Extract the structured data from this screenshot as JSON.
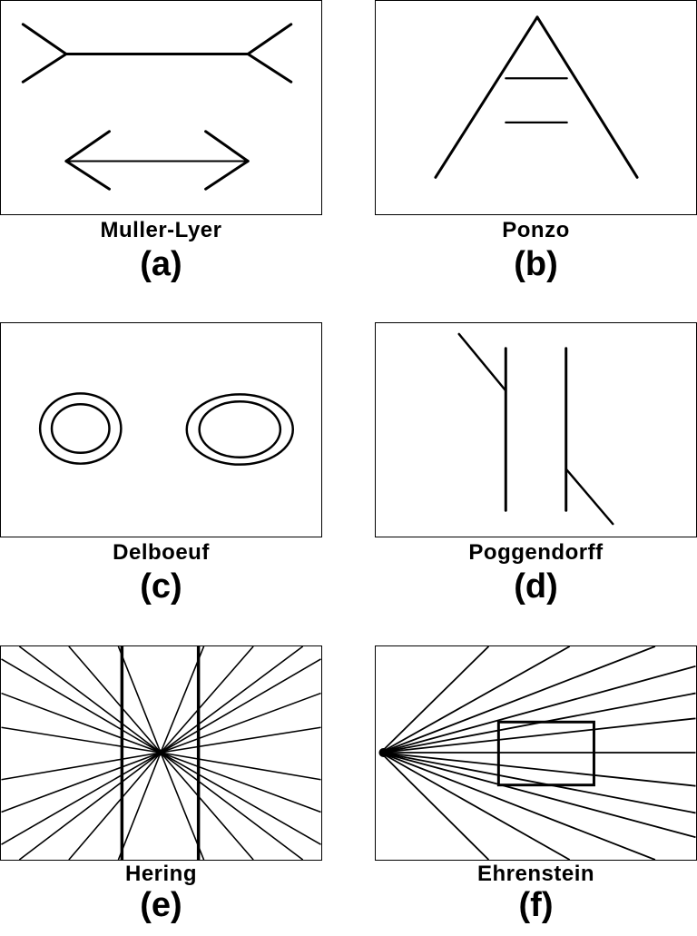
{
  "panels": [
    {
      "name": "Muller-Lyer",
      "letter": "(a)"
    },
    {
      "name": "Ponzo",
      "letter": "(b)"
    },
    {
      "name": "Delboeuf",
      "letter": "(c)"
    },
    {
      "name": "Poggendorff",
      "letter": "(d)"
    },
    {
      "name": "Hering",
      "letter": "(e)"
    },
    {
      "name": "Ehrenstein",
      "letter": "(f)"
    }
  ],
  "colors": {
    "stroke": "#000000",
    "background": "#ffffff"
  }
}
